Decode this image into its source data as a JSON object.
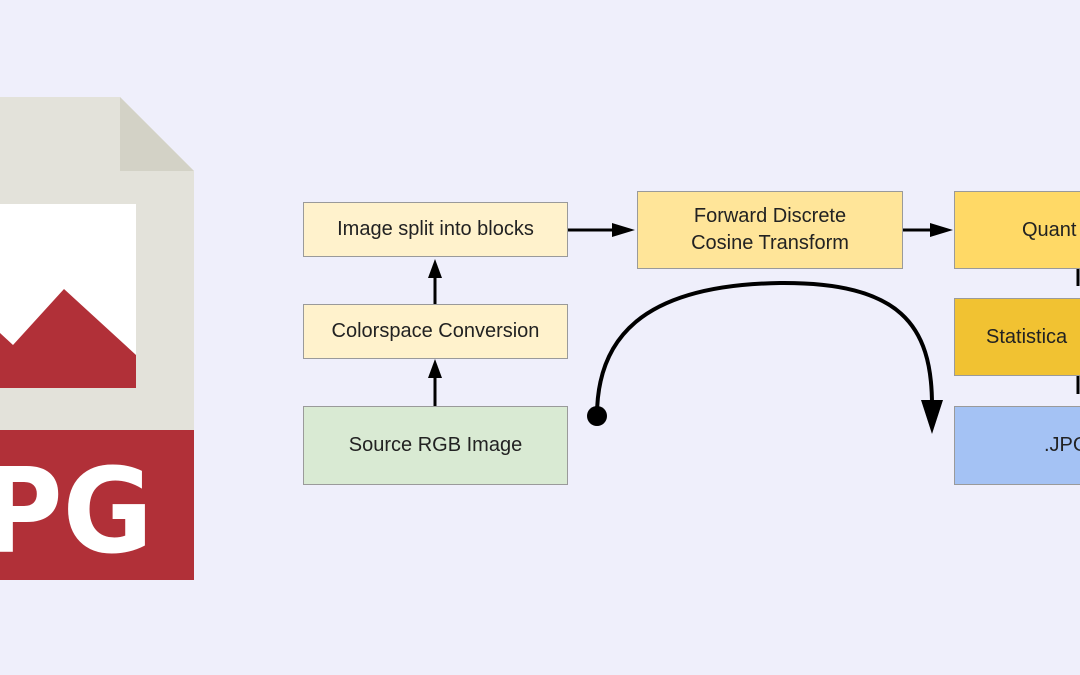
{
  "colors": {
    "background": "#efeffb",
    "file_body": "#e3e2da",
    "file_fold": "#d3d2c6",
    "file_picture": "#ffffff",
    "file_mountain": "#b13038",
    "file_badge": "#b13038",
    "file_badge_text": "#ffffff",
    "box_light_yellow": "#fff2cc",
    "box_yellow": "#ffe599",
    "box_gold": "#ffd966",
    "box_dark_gold": "#f1c232",
    "box_green": "#d9ead3",
    "box_blue": "#a4c2f4",
    "arrow": "#000000"
  },
  "file_icon": {
    "icon": "jpg-file-icon",
    "badge_text": "JPG"
  },
  "nodes": {
    "source": "Source RGB Image",
    "colorspace": "Colorspace Conversion",
    "blocks": "Image split into blocks",
    "fdct_line1": "Forward Discrete",
    "fdct_line2": "Cosine Transform",
    "quant": "Quant",
    "stat": "Statistica",
    "jpg": ".JPG"
  }
}
